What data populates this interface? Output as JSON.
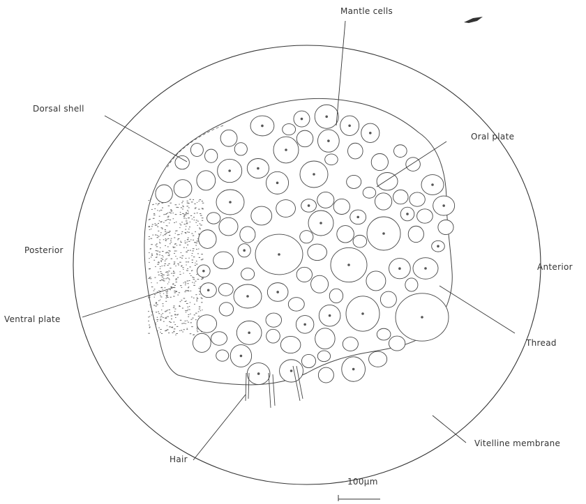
{
  "labels": {
    "mantle_cells": "Mantle cells",
    "dorsal_shell": "Dorsal shell",
    "oral_plate": "Oral plate",
    "posterior": "Posterior",
    "anterior": "Anterior",
    "ventral_plate": "Ventral plate",
    "thread": "Thread",
    "hair": "Hair",
    "vitelline_membrane": "Vitelline membrane",
    "scale_bar": "100μm"
  },
  "colors": {
    "line": "#333333",
    "background": "#ffffff"
  }
}
